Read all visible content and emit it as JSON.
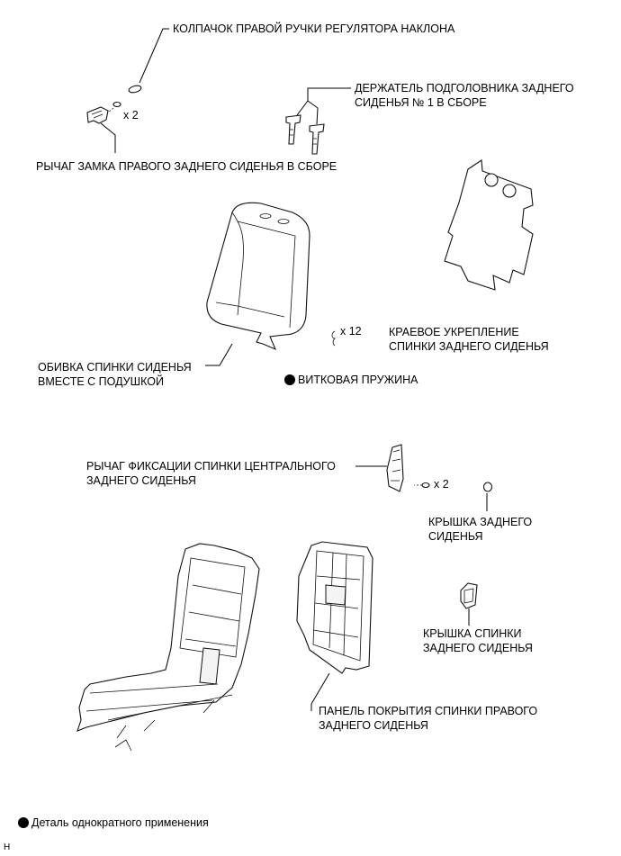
{
  "labels": {
    "knob_cap": "КОЛПАЧОК ПРАВОЙ РУЧКИ РЕГУЛЯТОРА НАКЛОНА",
    "headrest_holder_line1": "ДЕРЖАТЕЛЬ ПОДГОЛОВНИКА ЗАДНЕГО",
    "headrest_holder_line2": "СИДЕНЬЯ № 1 В СБОРЕ",
    "lock_lever": "РЫЧАГ ЗАМКА ПРАВОГО ЗАДНЕГО СИДЕНЬЯ В СБОРЕ",
    "edge_reinforcement_line1": "КРАЕВОЕ УКРЕПЛЕНИЕ",
    "edge_reinforcement_line2": "СПИНКИ ЗАДНЕГО СИДЕНЬЯ",
    "seatback_cover_line1": "ОБИВКА СПИНКИ СИДЕНЬЯ",
    "seatback_cover_line2": "ВМЕСТЕ С ПОДУШКОЙ",
    "coil_spring": "ВИТКОВАЯ ПРУЖИНА",
    "center_lock_lever_line1": "РЫЧАГ ФИКСАЦИИ СПИНКИ ЦЕНТРАЛЬНОГО",
    "center_lock_lever_line2": "ЗАДНЕГО СИДЕНЬЯ",
    "rear_seat_cover_line1": "КРЫШКА ЗАДНЕГО",
    "rear_seat_cover_line2": "СИДЕНЬЯ",
    "rear_seatback_cover_line1": "КРЫШКА СПИНКИ",
    "rear_seatback_cover_line2": "ЗАДНЕГО СИДЕНЬЯ",
    "back_panel_line1": "ПАНЕЛЬ ПОКРЫТИЯ СПИНКИ ПРАВОГО",
    "back_panel_line2": "ЗАДНЕГО СИДЕНЬЯ"
  },
  "quantities": {
    "lock_lever_screws": "x 2",
    "coil_spring": "x 12",
    "center_lever_screws": "x 2"
  },
  "legend": {
    "single_use": "Деталь однократного применения"
  },
  "corner_code": "H",
  "colors": {
    "line": "#000000",
    "background": "#ffffff"
  }
}
